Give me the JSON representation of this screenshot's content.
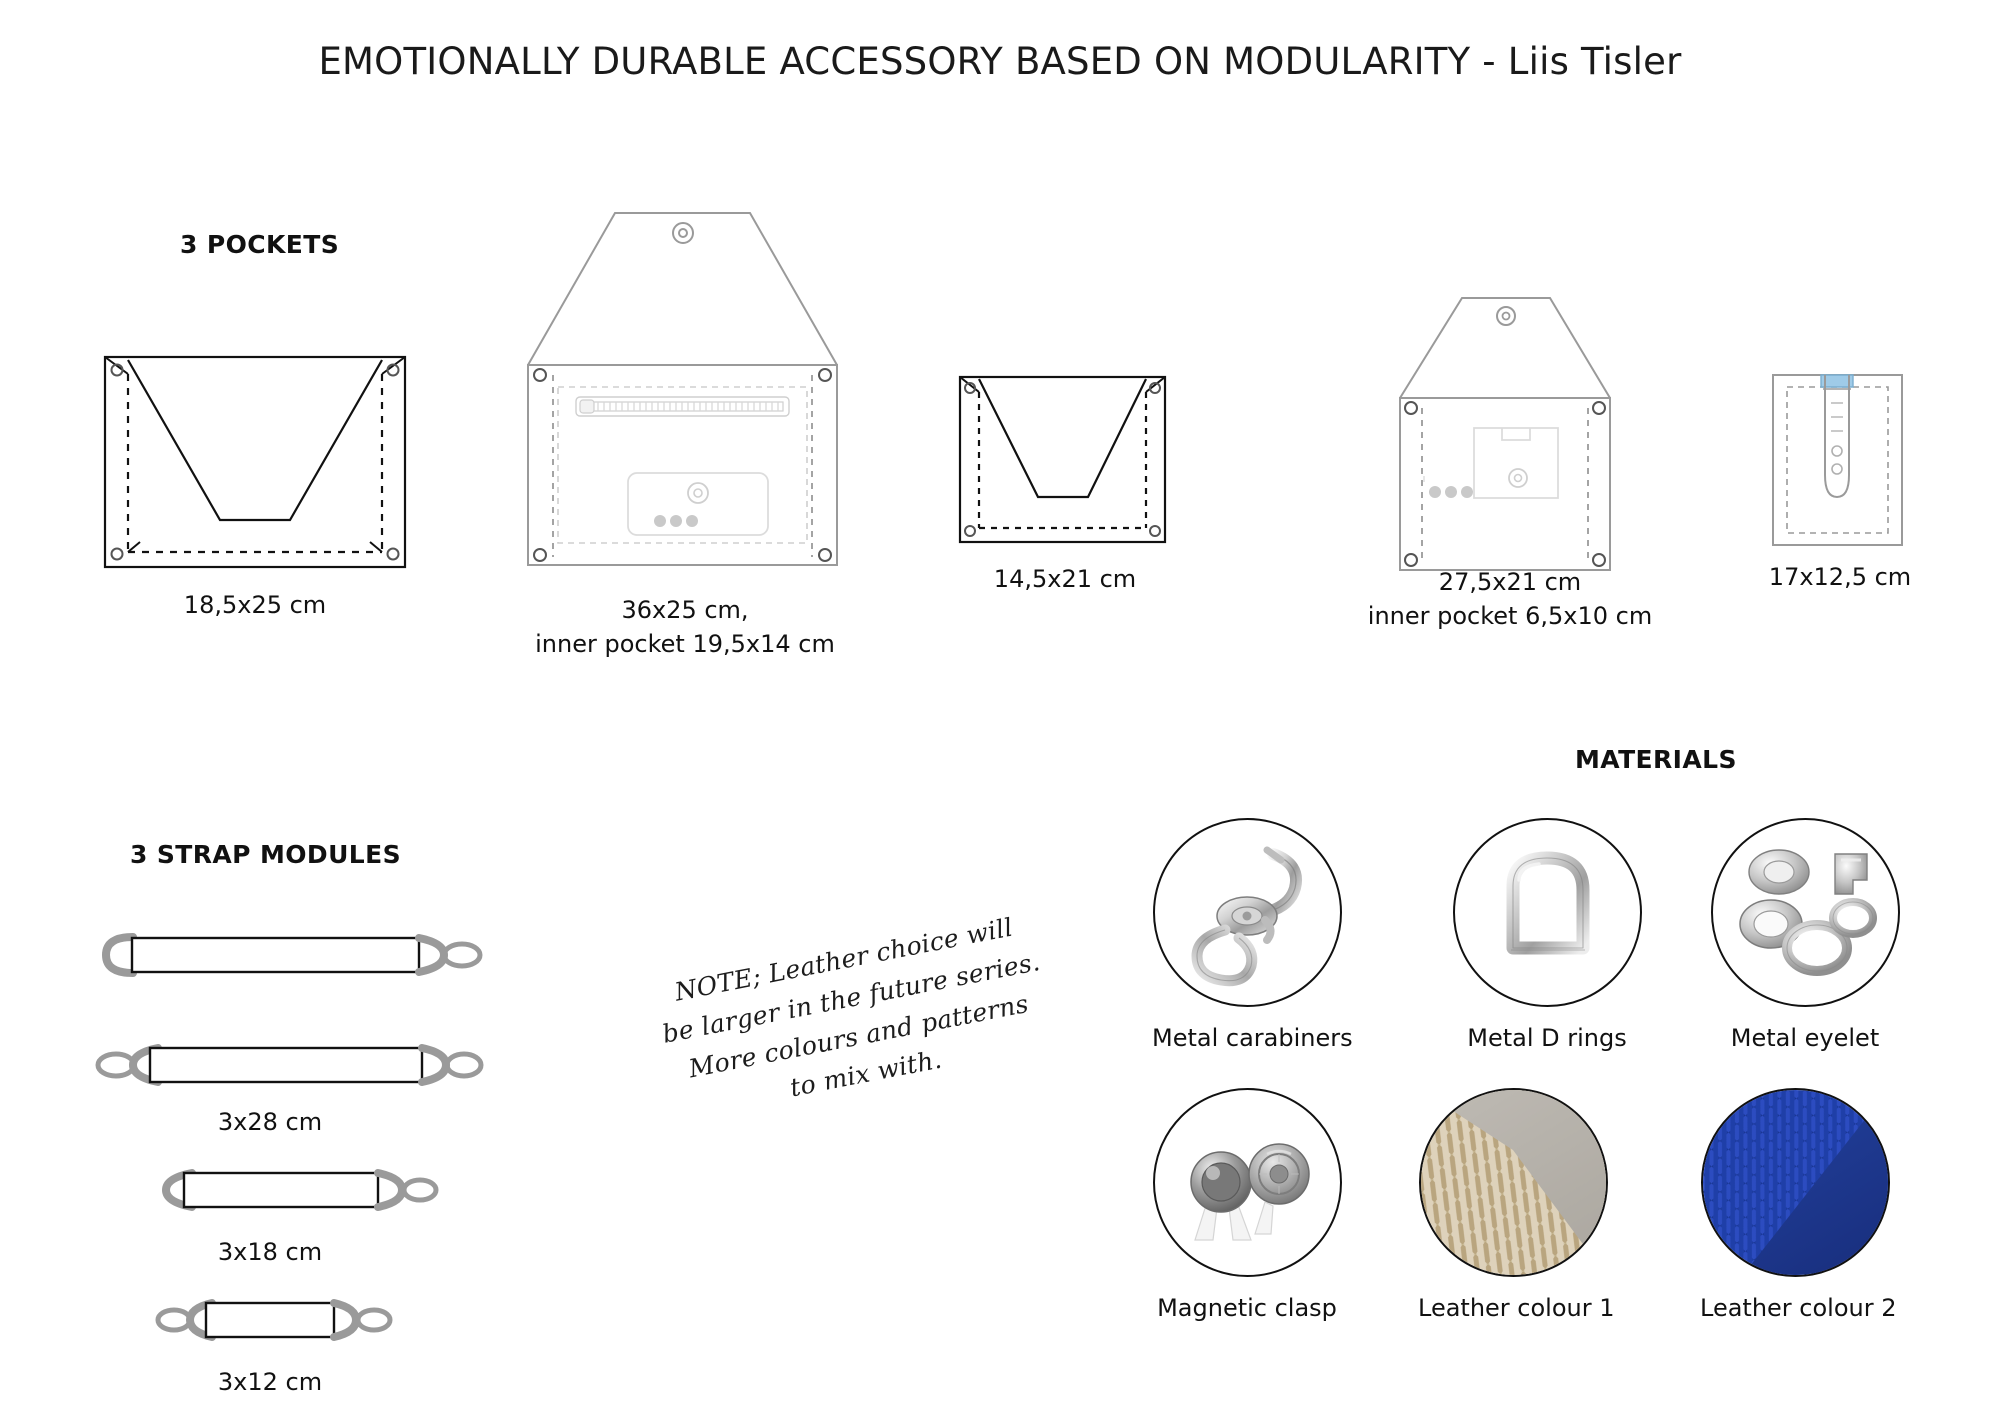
{
  "title": "EMOTIONALLY DURABLE ACCESSORY BASED ON MODULARITY - Liis Tisler",
  "sections": {
    "pockets_heading": "3 POCKETS",
    "straps_heading": "3 STRAP MODULES",
    "materials_heading": "MATERIALS"
  },
  "pockets": [
    {
      "name": "envelope-pocket-large",
      "caption": "18,5x25 cm"
    },
    {
      "name": "flap-pocket-zip",
      "caption": "36x25 cm,\ninner pocket 19,5x14 cm"
    },
    {
      "name": "envelope-pocket-small",
      "caption": "14,5x21 cm"
    },
    {
      "name": "flap-pocket-card",
      "caption": "27,5x21 cm\ninner pocket 6,5x10 cm"
    },
    {
      "name": "vertical-strap-pocket",
      "caption": "17x12,5 cm"
    }
  ],
  "straps": [
    {
      "name": "strap-module-long",
      "caption": ""
    },
    {
      "name": "strap-module-28",
      "caption": "3x28 cm"
    },
    {
      "name": "strap-module-18",
      "caption": "3x18 cm"
    },
    {
      "name": "strap-module-12",
      "caption": "3x12 cm"
    }
  ],
  "note": "NOTE; Leather choice will\nbe larger in the future series.\nMore colours and patterns\nto mix with.",
  "materials": [
    {
      "name": "metal-carabiners",
      "label": "Metal carabiners",
      "kind": "carabiner"
    },
    {
      "name": "metal-d-rings",
      "label": "Metal D rings",
      "kind": "dring"
    },
    {
      "name": "metal-eyelet",
      "label": "Metal eyelet",
      "kind": "eyelet"
    },
    {
      "name": "magnetic-clasp",
      "label": "Magnetic clasp",
      "kind": "clasp"
    },
    {
      "name": "leather-colour-1",
      "label": "Leather colour 1",
      "kind": "leather1"
    },
    {
      "name": "leather-colour-2",
      "label": "Leather colour 2",
      "kind": "leather2"
    }
  ],
  "colors": {
    "ink": "#111111",
    "line_light": "#9a9a9a",
    "line_faint": "#cfcfcf",
    "metal_light": "#e6e6e6",
    "metal_mid": "#b4b4b4",
    "metal_dark": "#7c7c7c",
    "leather1_beige": "#ded2bb",
    "leather1_grey": "#b9b5ad",
    "leather2_blue": "#1f3fa8",
    "leather2_blue_dark": "#1a2f86",
    "background": "#ffffff"
  }
}
